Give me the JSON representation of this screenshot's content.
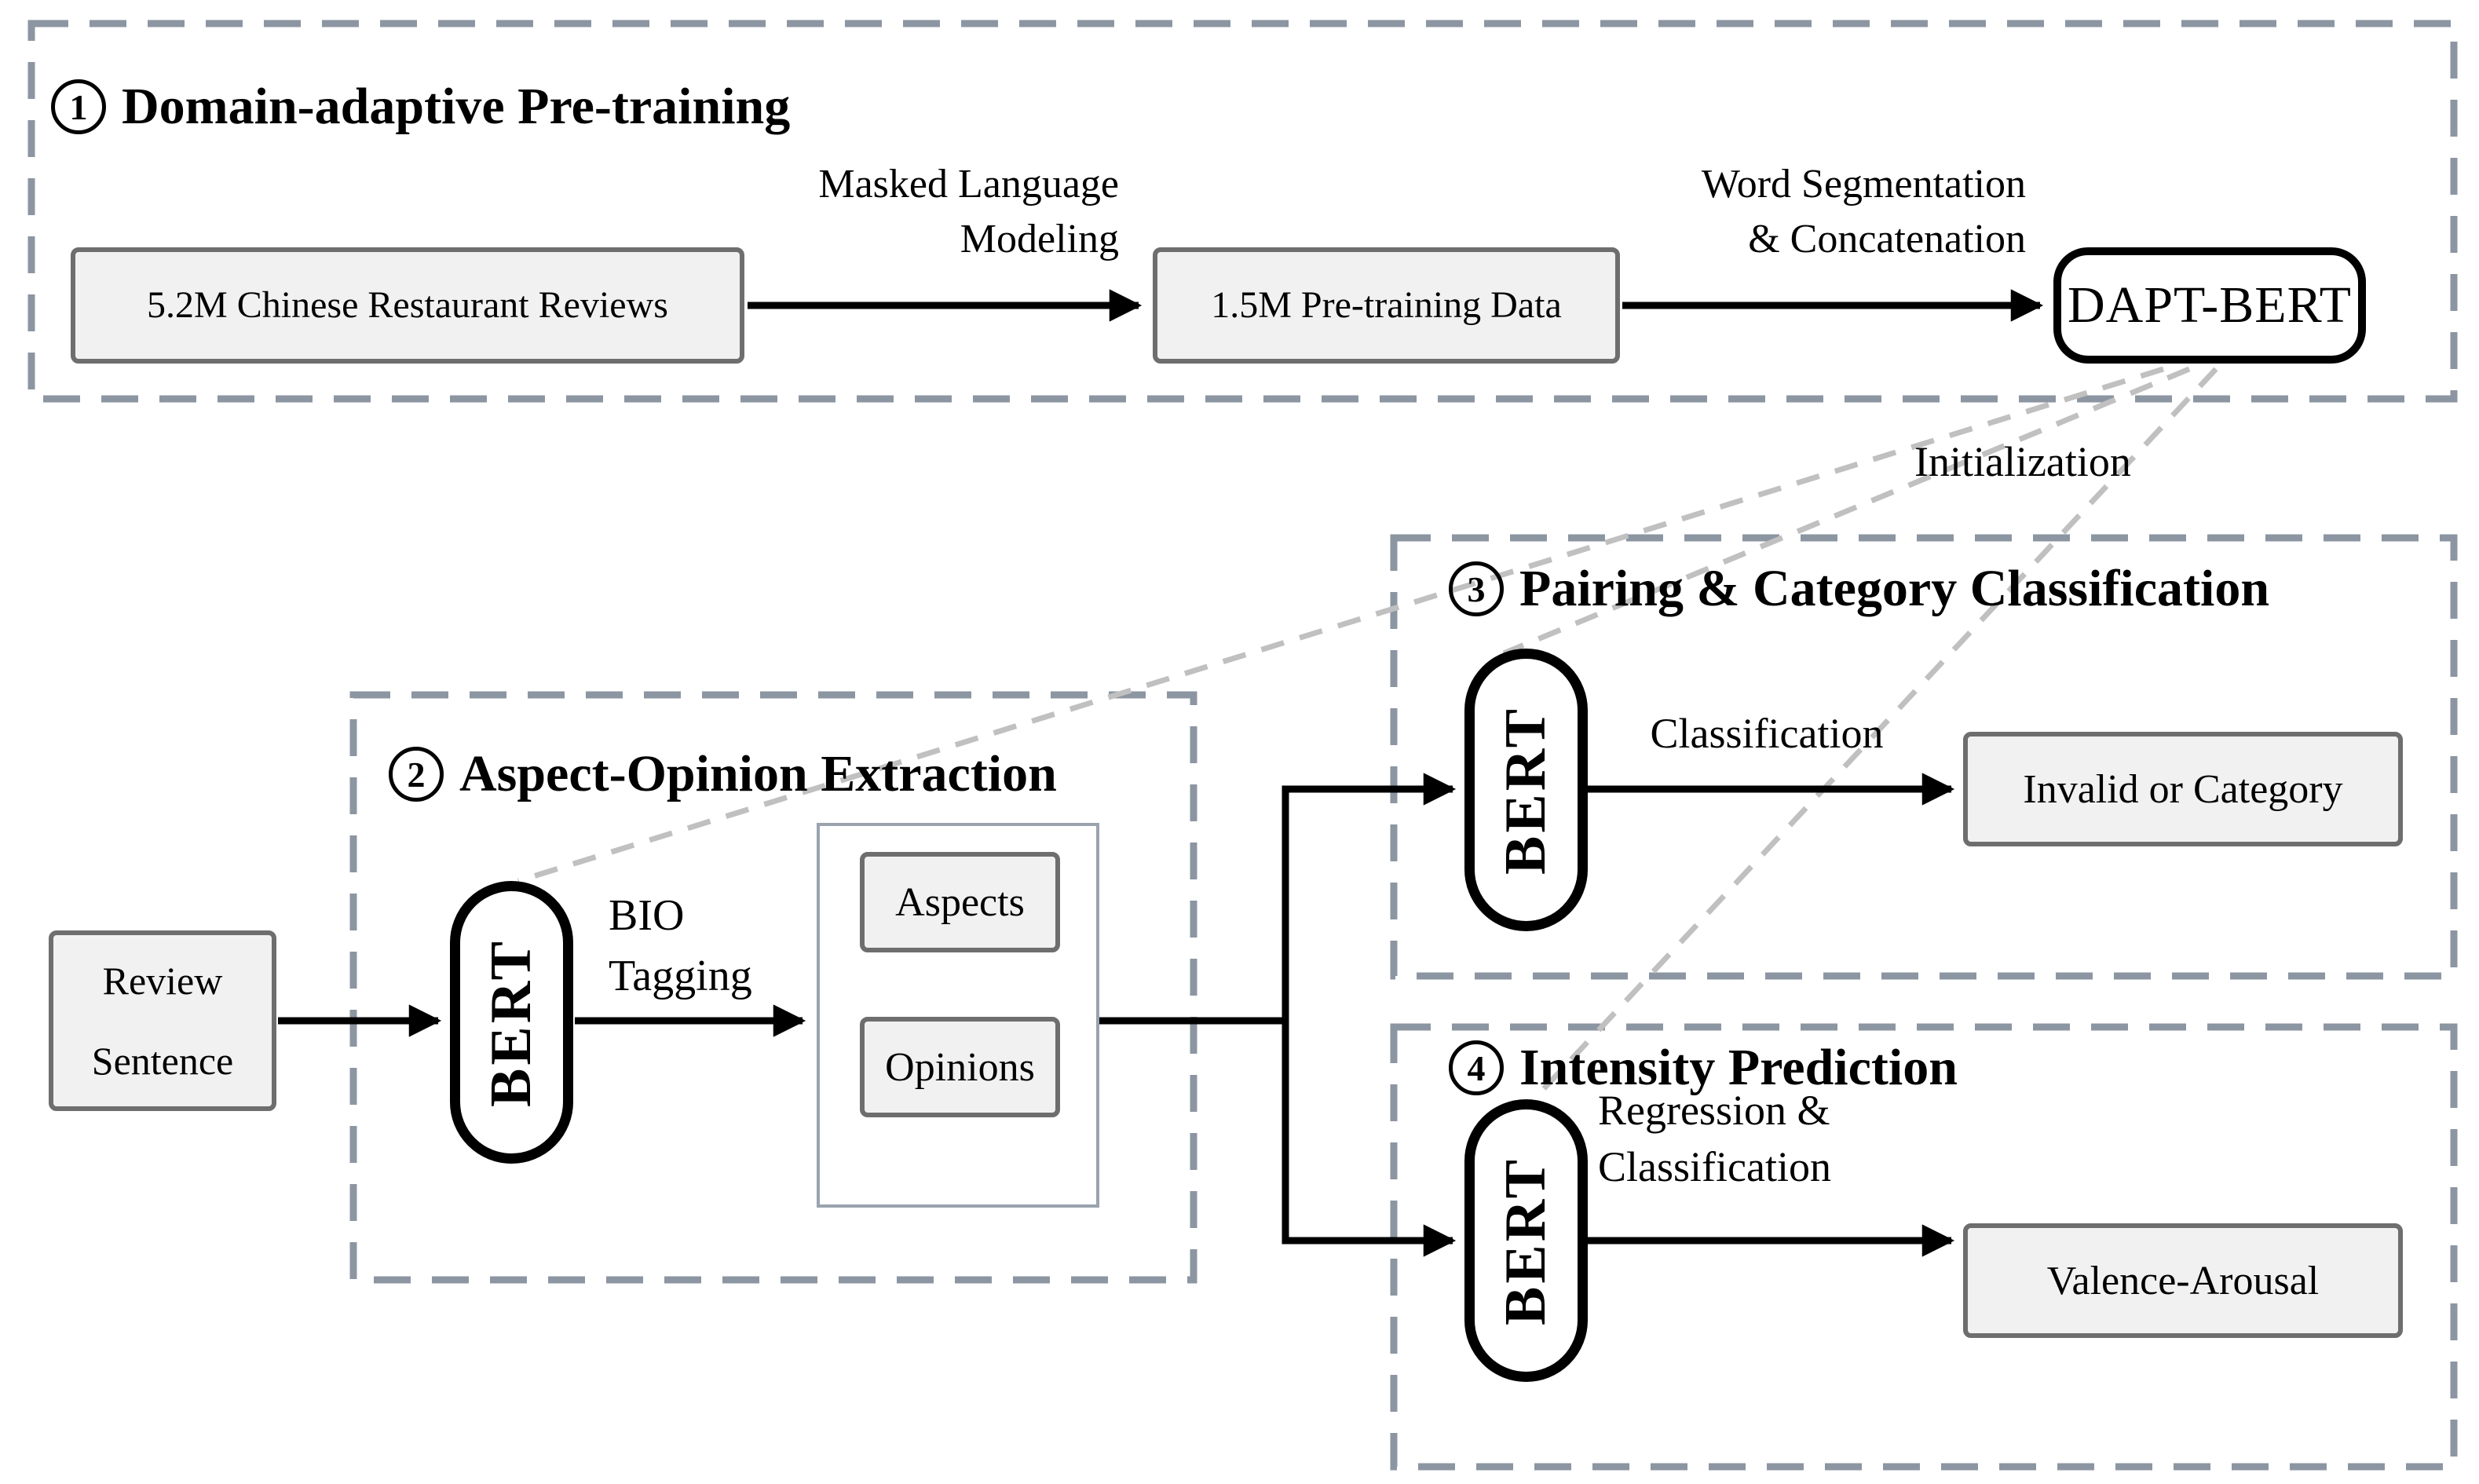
{
  "figure": {
    "initialization_label": "Initialization"
  },
  "sections": {
    "pretraining": {
      "number": "1",
      "title": "Domain-adaptive Pre-training",
      "reviews_box": "5.2M Chinese Restaurant Reviews",
      "mlm_label": {
        "line1": "Masked Language",
        "line2": "Modeling"
      },
      "pretrain_box": "1.5M Pre-training Data",
      "ws_label": {
        "line1": "Word Segmentation",
        "line2": "& Concatenation"
      },
      "dapt_box": "DAPT-BERT"
    },
    "extraction": {
      "number": "2",
      "title": "Aspect-Opinion Extraction",
      "input_box": {
        "line1": "Review",
        "line2": "Sentence"
      },
      "bert_label": "BERT",
      "bio_label": {
        "line1": "BIO",
        "line2": "Tagging"
      },
      "aspects_box": "Aspects",
      "opinions_box": "Opinions"
    },
    "pairing": {
      "number": "3",
      "title": "Pairing & Category Classification",
      "bert_label": "BERT",
      "classification_label": "Classification",
      "output_box": "Invalid or Category"
    },
    "intensity": {
      "number": "4",
      "title": "Intensity Prediction",
      "bert_label": "BERT",
      "regression_label": {
        "line1": "Regression &",
        "line2": "Classification"
      },
      "output_box": "Valence-Arousal"
    }
  },
  "colors": {
    "section_border": "#8c96a2",
    "box_fill": "#f1f1f1",
    "box_border": "#6e6e6e",
    "container_border": "#9aa3ae",
    "line": "#000000",
    "init_dash": "#c0c0c0"
  }
}
